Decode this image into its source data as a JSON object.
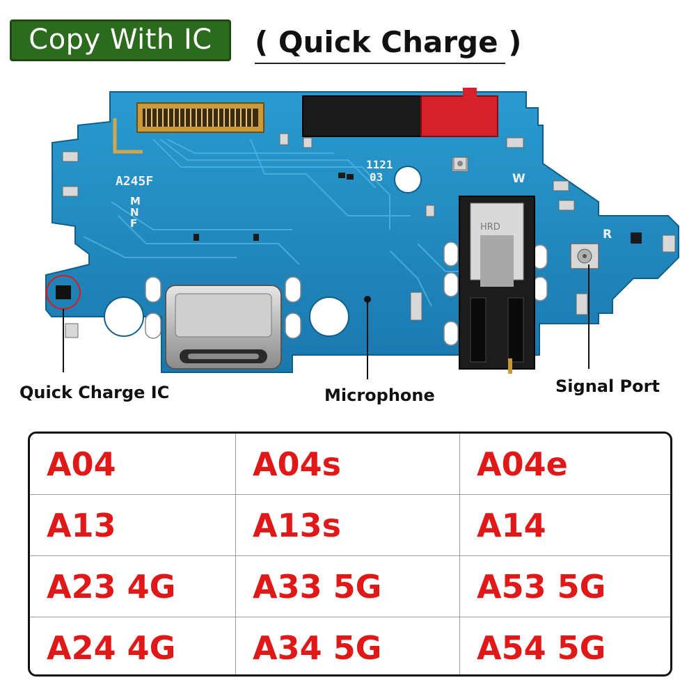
{
  "header": {
    "badge_text": "Copy With IC",
    "subtitle_text": "( Quick Charge )"
  },
  "board": {
    "silkscreen_model": "A245F",
    "silkscreen_code_top": "1121",
    "silkscreen_code_bottom": "03",
    "silkscreen_letters": [
      "M",
      "N",
      "F"
    ],
    "silkscreen_w": "W",
    "silkscreen_r": "R",
    "jack_marking": "HRD",
    "colors": {
      "pcb": "#1f8ac0",
      "connector_gold": "#c99a3a",
      "flex_red": "#d6202a"
    }
  },
  "callouts": {
    "quick_charge_ic": "Quick Charge IC",
    "microphone": "Microphone",
    "signal_port": "Signal Port"
  },
  "compatibility": {
    "rows": [
      [
        "A04",
        "A04s",
        "A04e"
      ],
      [
        "A13",
        "A13s",
        "A14"
      ],
      [
        "A23 4G",
        "A33 5G",
        "A53 5G"
      ],
      [
        "A24 4G",
        "A34 5G",
        "A54 5G"
      ]
    ],
    "text_color": "#e01818"
  }
}
